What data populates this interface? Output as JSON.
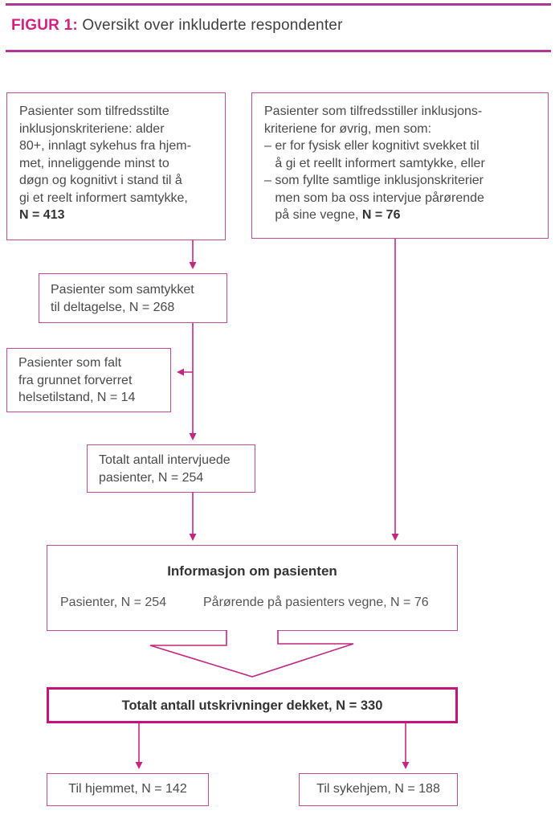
{
  "title": {
    "label": "FIGUR 1:",
    "text": " Oversikt over inkluderte respondenter"
  },
  "colors": {
    "accent_magenta": "#c32781",
    "rule_purple": "#ae3795",
    "thin_border_pink": "#c24b93",
    "thick_border_magenta": "#c6137b",
    "title_pink": "#d61f81",
    "text_gray": "#4a4a4a"
  },
  "boxes": {
    "eligible": {
      "text": "Pasienter som tilfredsstilte\ninklusjonskriteriene: alder\n80+, innlagt sykehus fra hjem-\nmet, inneliggende minst to\ndøgn og kognitivt i stand til å\ngi et reelt informert samtykke,\n",
      "n": "N = 413"
    },
    "other": {
      "text": "Pasienter som tilfredsstiller inklusjons-\nkriteriene for øvrig, men som:\n– er for fysisk eller kognitivt svekket til\n   å gi et reellt informert samtykke, eller\n– som fyllte samtlige inklusjonskriterier\n   men som ba oss intervjue pårørende\n   på sine vegne, ",
      "n": "N = 76"
    },
    "consented": {
      "text": "Pasienter som samtykket\ntil deltagelse, N = 268"
    },
    "dropped": {
      "text": "Pasienter som falt\nfra grunnet forverret\nhelsetilstand, N = 14"
    },
    "interviewed": {
      "text": "Totalt antall intervjuede\npasienter, N = 254"
    },
    "information": {
      "heading": "Informasjon om pasienten",
      "left": "Pasienter, N = 254",
      "right": "Pårørende på pasienters vegne, N = 76"
    },
    "total": {
      "text": "Totalt antall utskrivninger dekket, N = 330"
    },
    "home": {
      "text": "Til hjemmet, N = 142"
    },
    "nursing": {
      "text": "Til sykehjem, N = 188"
    }
  }
}
